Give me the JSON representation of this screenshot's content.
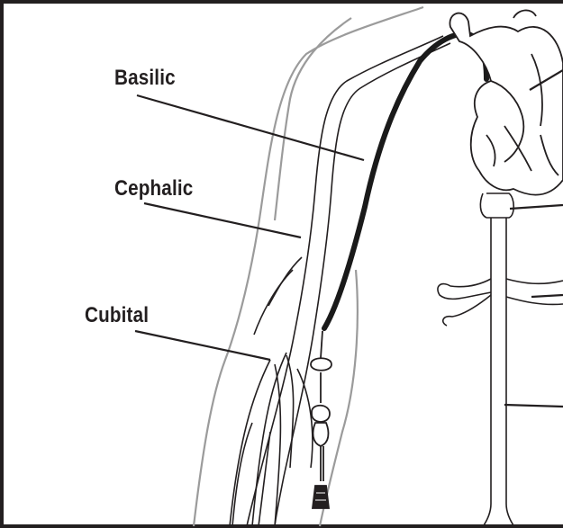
{
  "diagram": {
    "labels": {
      "basilic": "Basilic",
      "cephalic": "Cephalic",
      "cubital": "Cubital"
    },
    "colors": {
      "ink": "#231f20",
      "skin_outline": "#9b9b9b",
      "catheter": "#1a1a1a",
      "background": "#ffffff"
    }
  }
}
